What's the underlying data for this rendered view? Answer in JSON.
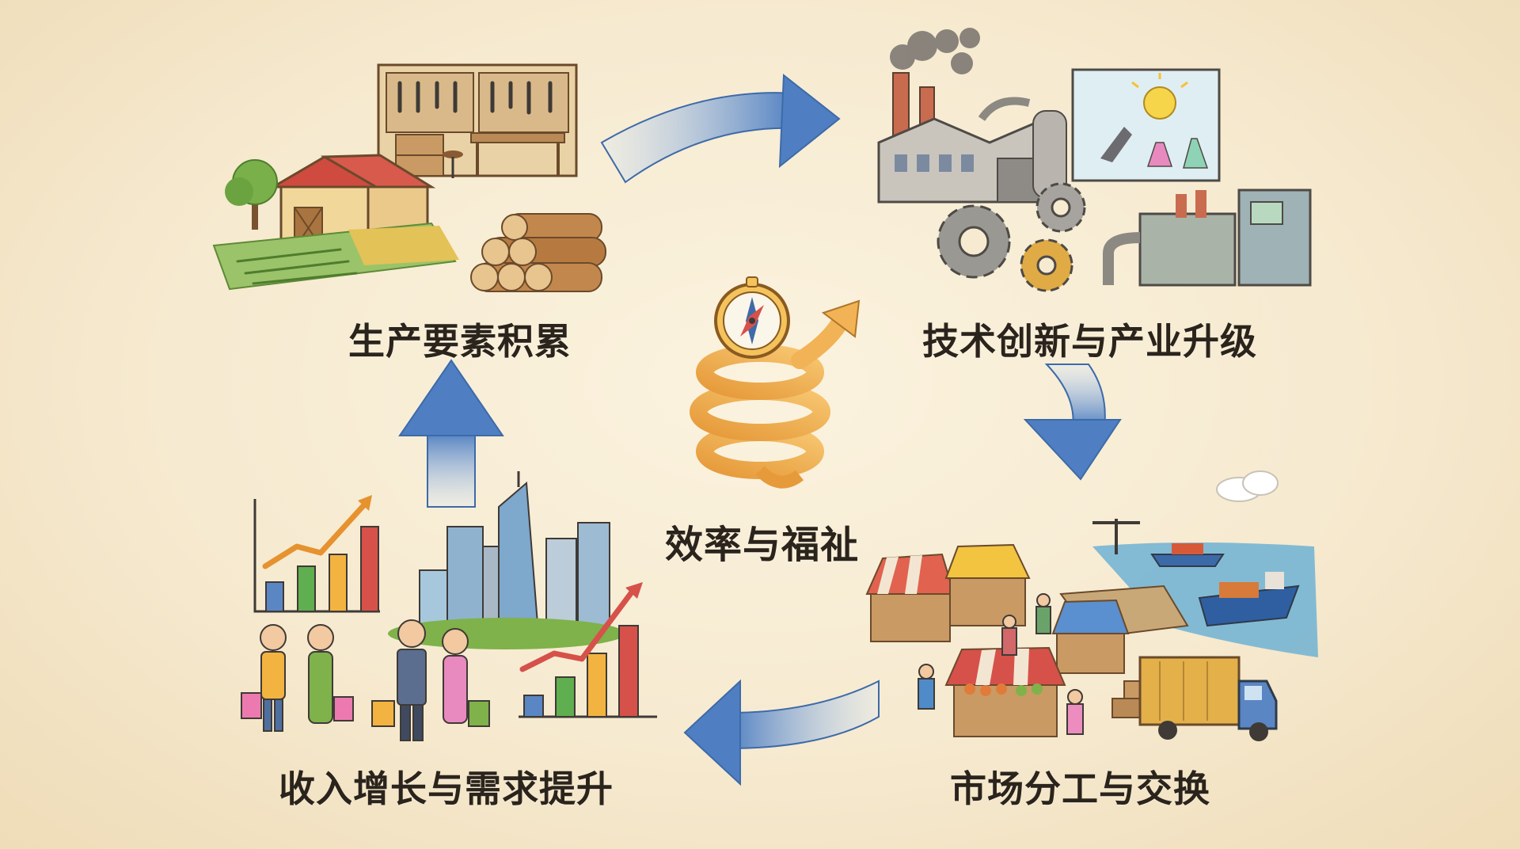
{
  "diagram": {
    "center": {
      "label": "效率与福祉",
      "icon": "compass-icon"
    },
    "nodes": [
      {
        "id": "factor-accumulation",
        "label": "生产要素积累",
        "icon": "farm-workshop-timber-illustration"
      },
      {
        "id": "innovation-upgrade",
        "label": "技术创新与产业升级",
        "icon": "factory-gears-lab-illustration"
      },
      {
        "id": "market-exchange",
        "label": "市场分工与交换",
        "icon": "market-port-truck-illustration"
      },
      {
        "id": "income-demand",
        "label": "收入增长与需求提升",
        "icon": "city-charts-shoppers-illustration"
      }
    ],
    "flow": [
      "factor-accumulation",
      "innovation-upgrade",
      "market-exchange",
      "income-demand",
      "factor-accumulation"
    ],
    "colors": {
      "paper": "#f6ead0",
      "arrow": "#5b86c4",
      "spiral": "#f2b356",
      "text": "#2b241c"
    }
  }
}
